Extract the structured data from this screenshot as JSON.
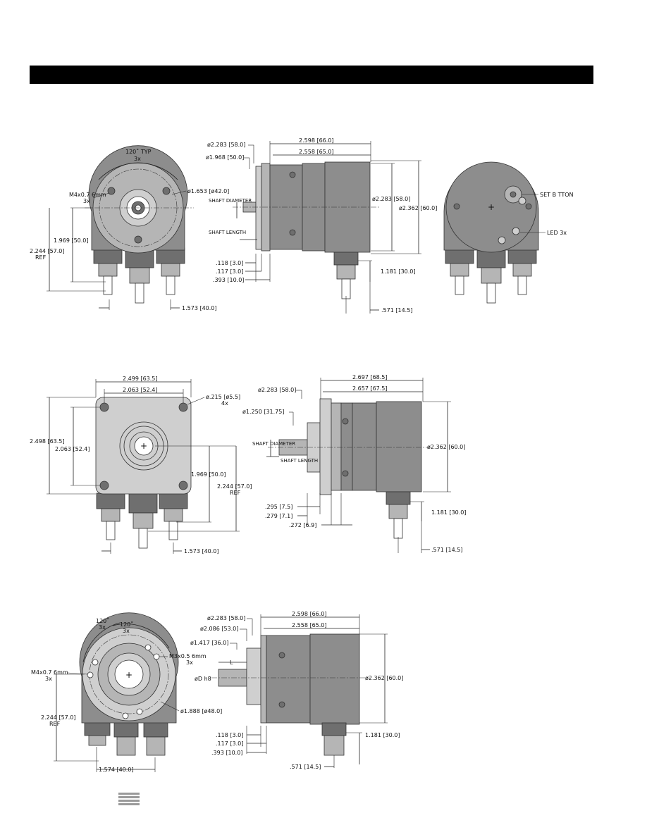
{
  "header": {
    "title": ""
  },
  "drawing1": {
    "front": {
      "angle": "120˚ TYP",
      "angle_qty": "3x",
      "thread": "M4x0.7 6mm",
      "thread_qty": "3x",
      "bolt_circle": "ø1.653 [ø42.0]",
      "height_center": "1.969 [50.0]",
      "height_total": "2.244 [57.0]",
      "height_ref": "REF",
      "connector_spacing": "1.573 [40.0]"
    },
    "side": {
      "flange_dia": "ø2.283 [58.0]",
      "pilot_dia": "ø1.968 [50.0]",
      "length_total": "2.598 [66.0]",
      "length_body": "2.558 [65.0]",
      "shaft_diameter": "SHAFT DIAMETER",
      "shaft_length": "SHAFT LENGTH",
      "body_dia1": "ø2.283 [58.0]",
      "body_dia2": "ø2.362 [60.0]",
      "d1": ".118 [3.0]",
      "d2": ".117 [3.0]",
      "d3": ".393 [10.0]",
      "conn_height": "1.181 [30.0]",
      "conn_offset": ".571 [14.5]"
    },
    "back": {
      "set_button": "SET B TTON",
      "led": "LED 3x"
    }
  },
  "drawing2": {
    "front": {
      "width_total": "2.499 [63.5]",
      "width_holes": "2.063 [52.4]",
      "hole": "ø.215 [ø5.5]",
      "hole_qty": "4x",
      "height_total": "2.498 [63.5]",
      "height_holes": "2.063 [52.4]",
      "height_center": "1.969 [50.0]",
      "height_ref_val": "2.244 [57.0]",
      "height_ref": "REF",
      "connector_spacing": "1.573 [40.0]"
    },
    "side": {
      "flange_dia": "ø2.283 [58.0]",
      "length_total": "2.697 [68.5]",
      "length_body": "2.657 [67.5]",
      "pilot_dia": "ø1.250 [31.75]",
      "shaft_diameter": "SHAFT DIAMETER",
      "shaft_length": "SHAFT LENGTH",
      "body_dia": "ø2.362 [60.0]",
      "d1": ".295 [7.5]",
      "d2": ".279 [7.1]",
      "d3": ".272 [6.9]",
      "conn_height": "1.181 [30.0]",
      "conn_offset": ".571 [14.5]"
    }
  },
  "drawing3": {
    "front": {
      "angle1": "120˚",
      "angle1_qty": "3x",
      "angle2": "120˚",
      "angle2_qty": "3x",
      "thread1": "M4x0.7 6mm",
      "thread1_qty": "3x",
      "thread2": "M3x0.5 6mm",
      "thread2_qty": "3x",
      "bolt_circle": "ø1.888 [ø48.0]",
      "height_total": "2.244 [57.0]",
      "height_ref": "REF",
      "connector_spacing": "1.574 [40.0]"
    },
    "side": {
      "flange_dia": "ø2.283 [58.0]",
      "d_53": "ø2.086 [53.0]",
      "d_36": "ø1.417 [36.0]",
      "length_total": "2.598 [66.0]",
      "length_body": "2.558 [65.0]",
      "l_label": "L",
      "d_label": "øD h8",
      "body_dia": "ø2.362 [60.0]",
      "d1": ".118 [3.0]",
      "d2": ".117 [3.0]",
      "d3": ".393 [10.0]",
      "conn_height": "1.181 [30.0]",
      "conn_offset": ".571 [14.5]"
    }
  }
}
